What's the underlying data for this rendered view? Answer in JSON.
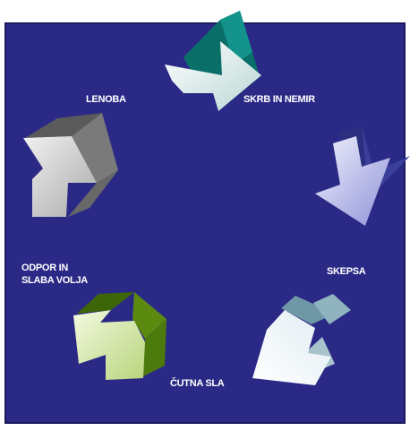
{
  "diagram": {
    "background_color": "#2a2a86",
    "frame_color": "#1a1a5e",
    "nodes": [
      {
        "id": "skrb",
        "label": "SKRB IN NEMIR",
        "arrow_color": "#0d7e77"
      },
      {
        "id": "skepsa",
        "label": "SKEPSA",
        "arrow_color": "#3a3f9c"
      },
      {
        "id": "cutna",
        "label": "ČUTNA SLA",
        "arrow_color": "#7aa3b0"
      },
      {
        "id": "odpor",
        "label_lines": [
          "ODPOR IN",
          "SLABA VOLJA"
        ],
        "arrow_color": "#5c8a10"
      },
      {
        "id": "lenoba",
        "label": "LENOBA",
        "arrow_color": "#6f6f6f"
      }
    ]
  }
}
